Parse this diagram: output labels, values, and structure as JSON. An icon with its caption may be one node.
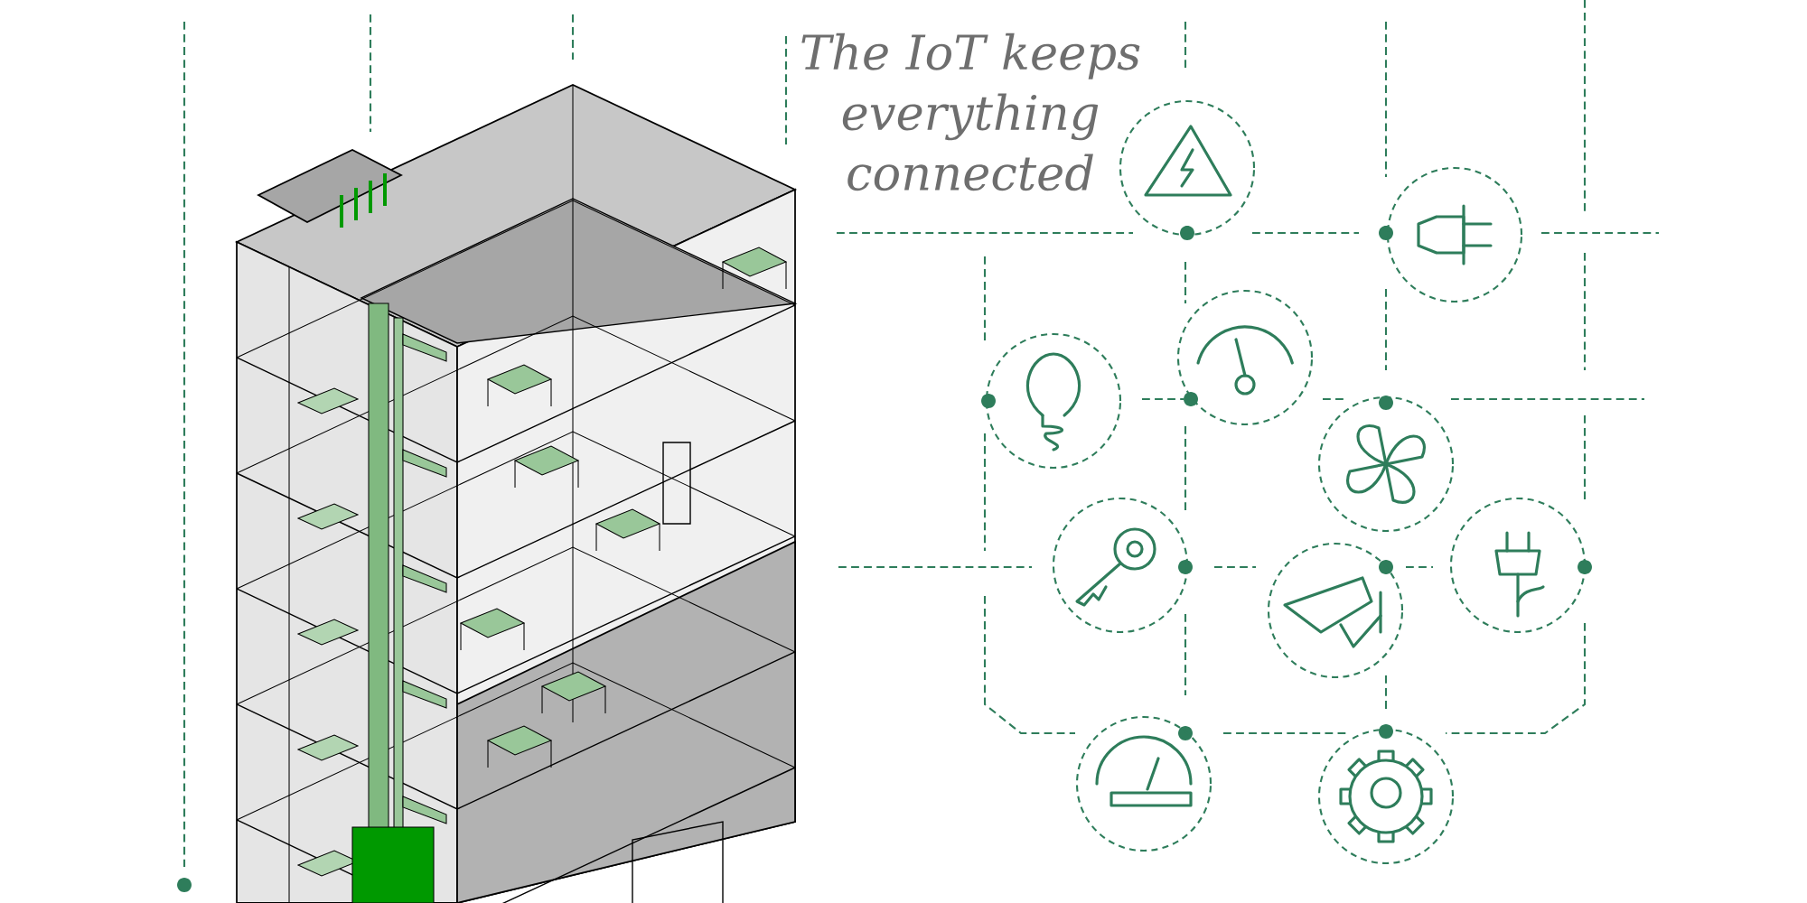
{
  "diagram": {
    "title": "The IoT keeps everything connected",
    "nodes": [
      {
        "text": [],
        "shape": "picture"
      },
      {
        "text": [],
        "shape": "picture"
      },
      {
        "text": [],
        "shape": "picture"
      },
      {
        "text": [],
        "shape": "picture"
      },
      {
        "text": [],
        "shape": "picture"
      },
      {
        "text": [],
        "shape": "picture"
      },
      {
        "text": [],
        "shape": "picture"
      },
      {
        "text": [],
        "shape": "picture"
      },
      {
        "text": [],
        "shape": "picture"
      },
      {
        "text": [],
        "shape": "picture"
      }
    ]
  }
}
